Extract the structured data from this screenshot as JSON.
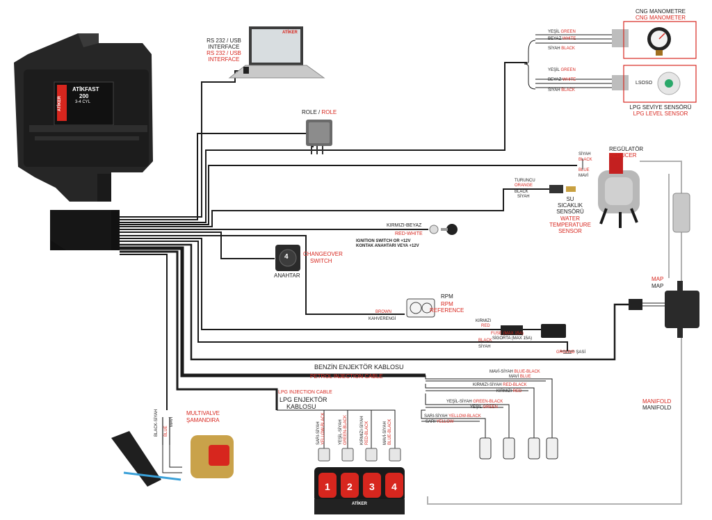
{
  "ecu": {
    "brand": "ATİKER",
    "model_line1": "ATİKFAST",
    "model_line2": "200",
    "model_line3": "3-4 CYL"
  },
  "interface": {
    "line1": "RS 232 / USB",
    "line2": "INTERFACE",
    "line1_en": "RS 232 / USB",
    "line2_en": "INTERFACE"
  },
  "laptop": {
    "logo": "ATİKER"
  },
  "role": {
    "tr": "ROLE / ",
    "en": "ROLE"
  },
  "cng_manometer": {
    "tr": "CNG MANOMETRE",
    "en": "CNG MANOMETER"
  },
  "lpg_sensor": {
    "tr": "LPG SEVİYE SENSÖRÜ",
    "en": "LPG LEVEL SENSOR",
    "device_text": "LSOSO"
  },
  "cng_wires": [
    {
      "tr": "YEŞİL ",
      "en": "GREEN"
    },
    {
      "tr": "BEYAZ ",
      "en": "WHITE"
    },
    {
      "tr": "SİYAH ",
      "en": "BLACK"
    }
  ],
  "lpg_wires": [
    {
      "tr": "YEŞİL ",
      "en": "GREEN"
    },
    {
      "tr": "BEYAZ ",
      "en": "WHITE"
    },
    {
      "tr": "SİYAH ",
      "en": "BLACK"
    }
  ],
  "reducer": {
    "tr": "REGÜLATÖR",
    "en": "REDUCER",
    "siyah": "SİYAH",
    "black": "BLACK",
    "blue": "BLUE",
    "mavi": "MAVİ"
  },
  "water_sensor": {
    "turuncu": "TURUNCU",
    "orange": "ORANGE",
    "black": "BLACK",
    "siyah": "SİYAH",
    "tr1": "SU",
    "tr2": "SICAKLIK",
    "tr3": "SENSÖRÜ",
    "en1": "WATER",
    "en2": "TEMPERATURE",
    "en3": "SENSOR"
  },
  "ignition": {
    "tr_wire": "KIRMIZI-BEYAZ",
    "en_wire": "RED-WHITE",
    "line1": "IGNITION SWITCH OR +12V",
    "line2": "KONTAK ANAHTARI VEYA +12V"
  },
  "changeover": {
    "en1": "CHANGEOVER",
    "en2": "SWITCH",
    "tr": "ANAHTAR",
    "knob": "4"
  },
  "rpm": {
    "label": "RPM",
    "en1": "RPM",
    "en2": "REFERENCE",
    "brown": "BROWN",
    "kahve": "KAHVERENGİ"
  },
  "fuse": {
    "kirmizi": "KIRMIZI",
    "red": "RED",
    "fuse_en": "FUSE (MAX 15A)",
    "fuse_tr": "SİGORTA (MAX 15A)",
    "black": "BLACK",
    "siyah": "SİYAH",
    "ground_en": "GROUND",
    "ground_tr": " ŞASİ"
  },
  "map": {
    "en": "MAP",
    "tr": "MAP"
  },
  "manifold": {
    "en": "MANIFOLD",
    "tr": "MANIFOLD"
  },
  "petrol_cable": {
    "tr": "BENZİN ENJEKTÖR KABLOSU",
    "en": "PETROL INJECTION CABLE"
  },
  "petrol_wires": [
    {
      "tr": "MAVİ-SİYAH ",
      "en": "BLUE-BLACK"
    },
    {
      "tr": "MAVİ ",
      "en": "BLUE"
    },
    {
      "tr": "KIRMIZI-SİYAH ",
      "en": "RED-BLACK"
    },
    {
      "tr": "KIRMIZI ",
      "en": "RED"
    },
    {
      "tr": "YEŞİL-SİYAH ",
      "en": "GREEN-BLACK"
    },
    {
      "tr": "YEŞİL ",
      "en": "GREEN"
    },
    {
      "tr": "SARI-SİYAH ",
      "en": "YELLOW-BLACK"
    },
    {
      "tr": "SARI ",
      "en": "YELLOW"
    }
  ],
  "lpg_cable": {
    "en": "LPG INJECTION CABLE",
    "tr1": "LPG ENJEKTÖR",
    "tr2": "KABLOSU"
  },
  "injector_wires": [
    {
      "tr": "SARI-SİYAH",
      "en": "YELLOW-BLACK"
    },
    {
      "tr": "YEŞİL-SİYAH",
      "en": "GREEN-BLACK"
    },
    {
      "tr": "KIRMIZI-SİYAH",
      "en": "RED-BLACK"
    },
    {
      "tr": "MAVİ-SİYAH",
      "en": "BLUE-BLACK"
    }
  ],
  "injectors": {
    "numbers": [
      "1",
      "2",
      "3",
      "4"
    ],
    "brand": "ATİKER"
  },
  "multivalve": {
    "en": "MULTIVALVE",
    "tr": "ŞAMANDIRA",
    "w1_tr": "BLACK-SİYAH",
    "w2_tr": "BLUE",
    "w2_en": "MAVİ"
  },
  "colors": {
    "red": "#d7261e",
    "black": "#111111",
    "wire": "#1a1a1a",
    "reducer_red": "#c42020"
  }
}
